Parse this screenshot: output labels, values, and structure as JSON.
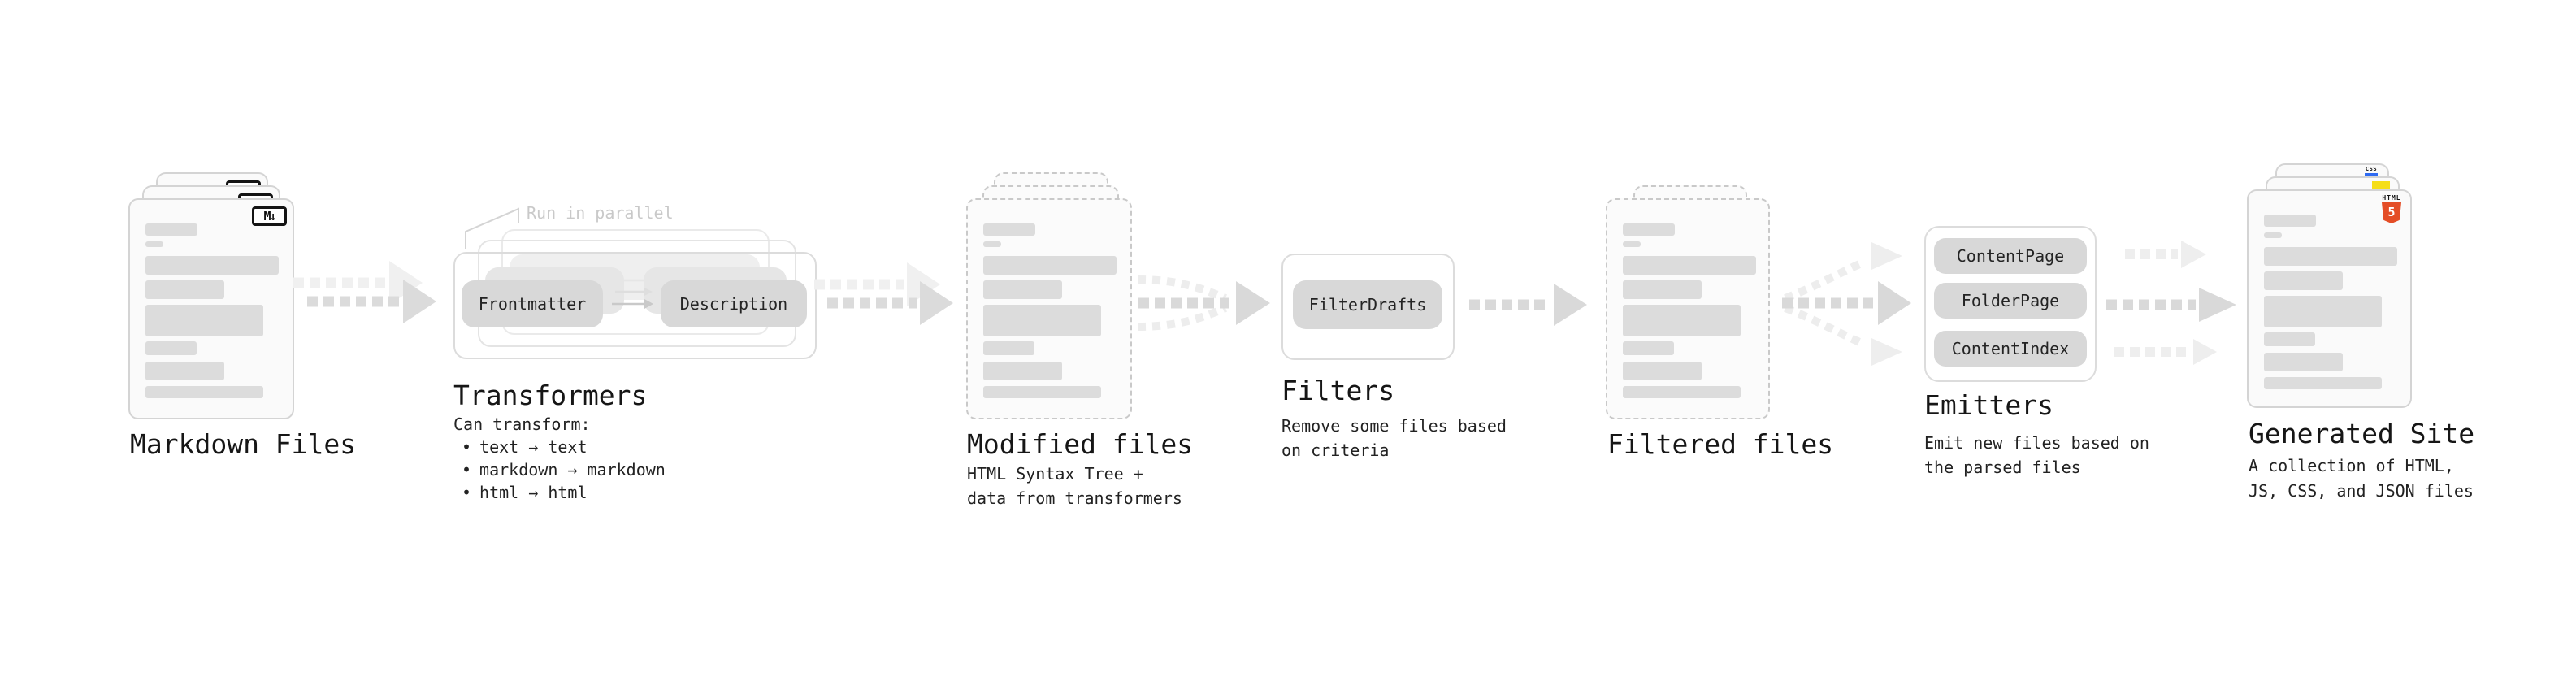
{
  "stages": {
    "markdown": {
      "label": "Markdown Files",
      "badge": "M↓"
    },
    "transformers": {
      "label": "Transformers",
      "callout": "Run in parallel",
      "node_left": "Frontmatter",
      "node_right": "Description",
      "desc_title": "Can transform:",
      "bullet": "•",
      "bullets": [
        "text → text",
        "markdown → markdown",
        "html → html"
      ]
    },
    "modified": {
      "label": "Modified files",
      "desc": [
        "HTML Syntax Tree +",
        "data from transformers"
      ]
    },
    "filters": {
      "label": "Filters",
      "node": "FilterDrafts",
      "desc": [
        "Remove some files based",
        "on criteria"
      ]
    },
    "filtered": {
      "label": "Filtered files"
    },
    "emitters": {
      "label": "Emitters",
      "nodes": [
        "ContentPage",
        "FolderPage",
        "ContentIndex"
      ],
      "desc": [
        "Emit new files based on",
        "the parsed files"
      ]
    },
    "generated": {
      "label": "Generated Site",
      "desc": [
        "A collection of HTML,",
        "JS, CSS, and JSON files"
      ],
      "badge_html_word": "HTML",
      "badge_html_number": "5",
      "badge_css": "CSS"
    }
  },
  "colors": {
    "html5_orange": "#e44d26",
    "js_yellow": "#f5de19",
    "css_blue": "#2f6bf2",
    "arrow_dark": "#d9d9d9",
    "arrow_light": "#eeeeee",
    "bar_gray": "#dcdcdc"
  }
}
